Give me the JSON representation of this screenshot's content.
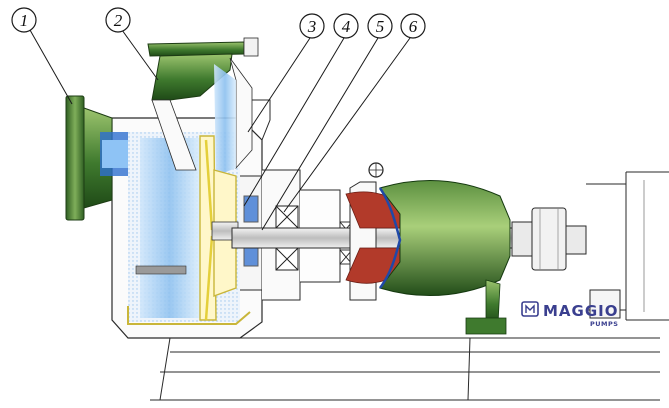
{
  "callouts": [
    {
      "label": "1"
    },
    {
      "label": "2"
    },
    {
      "label": "3"
    },
    {
      "label": "4"
    },
    {
      "label": "5"
    },
    {
      "label": "6"
    }
  ],
  "logo": {
    "name": "MAGGIO",
    "tagline": "PUMPS",
    "color": "#3a3f8f"
  },
  "colors": {
    "casing_green": "#3f7a2e",
    "fluid_blue": "#7fb6ea",
    "cover_red": "#b23a2a",
    "line": "#2a2a2a",
    "impeller_yellow": "#e4cf3a"
  }
}
